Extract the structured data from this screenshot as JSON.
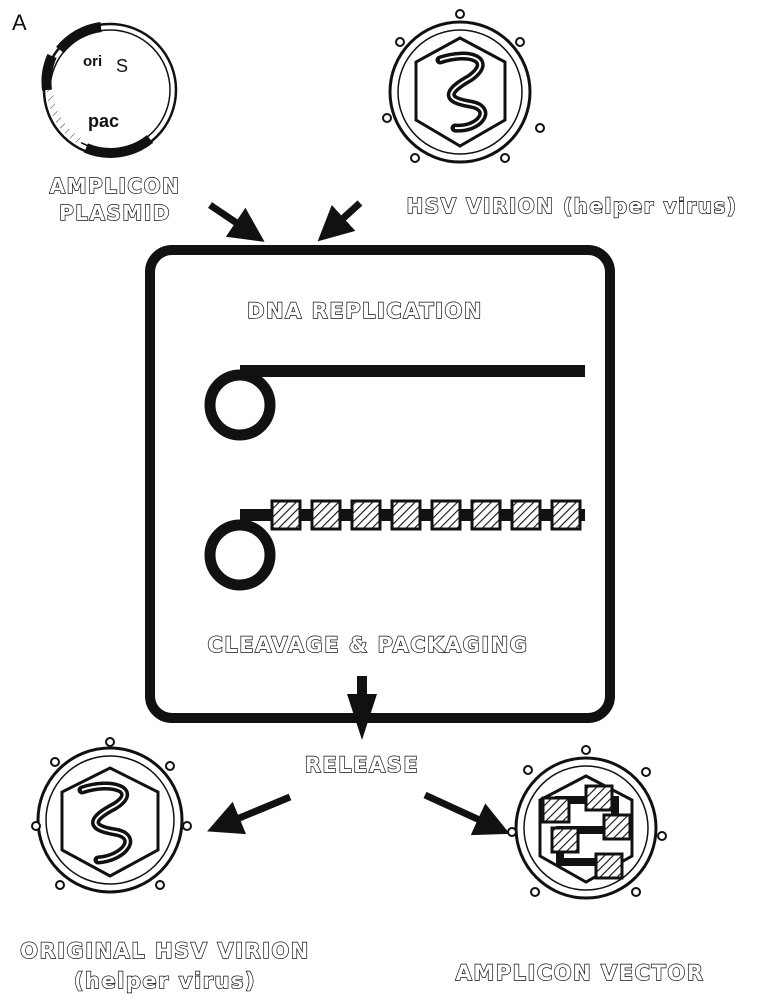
{
  "panel_label": "A",
  "plasmid": {
    "ori_label": "ori",
    "s_label": "S",
    "pac_label": "pac",
    "title_line1": "AMPLICON",
    "title_line2": "PLASMID"
  },
  "hsv_virion": {
    "title": "HSV VIRION (helper virus)"
  },
  "cell": {
    "replication_label": "DNA  REPLICATION",
    "cleavage_label": "CLEAVAGE & PACKAGING"
  },
  "release_label": "RELEASE",
  "original_virion": {
    "title_line1": "ORIGINAL HSV VIRION",
    "title_line2": "(helper virus)"
  },
  "amplicon_vector": {
    "title": "AMPLICON VECTOR"
  },
  "colors": {
    "ink": "#111111",
    "paper": "#ffffff"
  }
}
